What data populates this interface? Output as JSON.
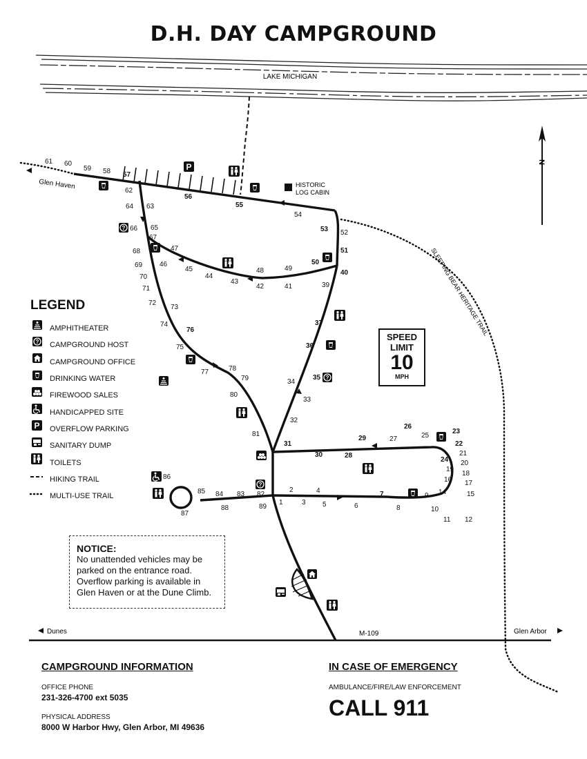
{
  "title": "D.H. DAY CAMPGROUND",
  "map_labels": {
    "lake": "LAKE MICHIGAN",
    "glen_haven": "Glen Haven",
    "historic_cabin": [
      "HISTORIC",
      "LOG CABIN"
    ],
    "heritage_trail": "SLEEPING BEAR HERITAGE TRAIL",
    "north": "N",
    "dunes": "Dunes",
    "glen_arbor": "Glen Arbor",
    "highway": "M-109"
  },
  "site_numbers": [
    "1",
    "2",
    "3",
    "4",
    "5",
    "6",
    "7",
    "8",
    "9",
    "10",
    "11",
    "12",
    "14",
    "15",
    "16",
    "17",
    "18",
    "19",
    "20",
    "21",
    "22",
    "23",
    "24",
    "25",
    "26",
    "27",
    "28",
    "29",
    "30",
    "31",
    "32",
    "33",
    "34",
    "35",
    "36",
    "37",
    "39",
    "40",
    "41",
    "42",
    "43",
    "44",
    "45",
    "46",
    "47",
    "48",
    "49",
    "50",
    "51",
    "52",
    "53",
    "54",
    "55",
    "56",
    "57",
    "58",
    "59",
    "60",
    "61",
    "62",
    "63",
    "64",
    "65",
    "66",
    "67",
    "68",
    "69",
    "70",
    "71",
    "72",
    "73",
    "74",
    "75",
    "76",
    "77",
    "78",
    "79",
    "80",
    "81",
    "82",
    "83",
    "84",
    "85",
    "86",
    "87",
    "88",
    "89"
  ],
  "legend": {
    "heading": "LEGEND",
    "items": [
      {
        "label": "AMPHITHEATER",
        "icon": "amphitheater-icon"
      },
      {
        "label": "CAMPGROUND HOST",
        "icon": "host-icon"
      },
      {
        "label": "CAMPGROUND OFFICE",
        "icon": "office-icon"
      },
      {
        "label": "DRINKING WATER",
        "icon": "water-icon"
      },
      {
        "label": "FIREWOOD SALES",
        "icon": "firewood-icon"
      },
      {
        "label": "HANDICAPPED SITE",
        "icon": "accessible-icon"
      },
      {
        "label": "OVERFLOW PARKING",
        "icon": "parking-icon"
      },
      {
        "label": "SANITARY DUMP",
        "icon": "dump-icon"
      },
      {
        "label": "TOILETS",
        "icon": "toilets-icon"
      },
      {
        "label": "HIKING TRAIL",
        "icon": "hiking-trail-icon"
      },
      {
        "label": "MULTI-USE TRAIL",
        "icon": "multiuse-trail-icon"
      }
    ]
  },
  "speed_limit": {
    "line1": "SPEED",
    "line2": "LIMIT",
    "value": "10",
    "unit": "MPH"
  },
  "notice": {
    "heading": "NOTICE:",
    "lines": [
      "No unattended vehicles may be",
      "parked on the entrance road.",
      "Overflow parking is available in",
      "Glen Haven or at the Dune Climb."
    ]
  },
  "info": {
    "heading": "CAMPGROUND INFORMATION",
    "phone_label": "OFFICE PHONE",
    "phone": "231-326-4700 ext 5035",
    "address_label": "PHYSICAL ADDRESS",
    "address": "8000 W Harbor Hwy, Glen Arbor, MI 49636"
  },
  "emergency": {
    "heading": "IN CASE OF EMERGENCY",
    "services": "AMBULANCE/FIRE/LAW ENFORCEMENT",
    "call": "CALL 911"
  }
}
